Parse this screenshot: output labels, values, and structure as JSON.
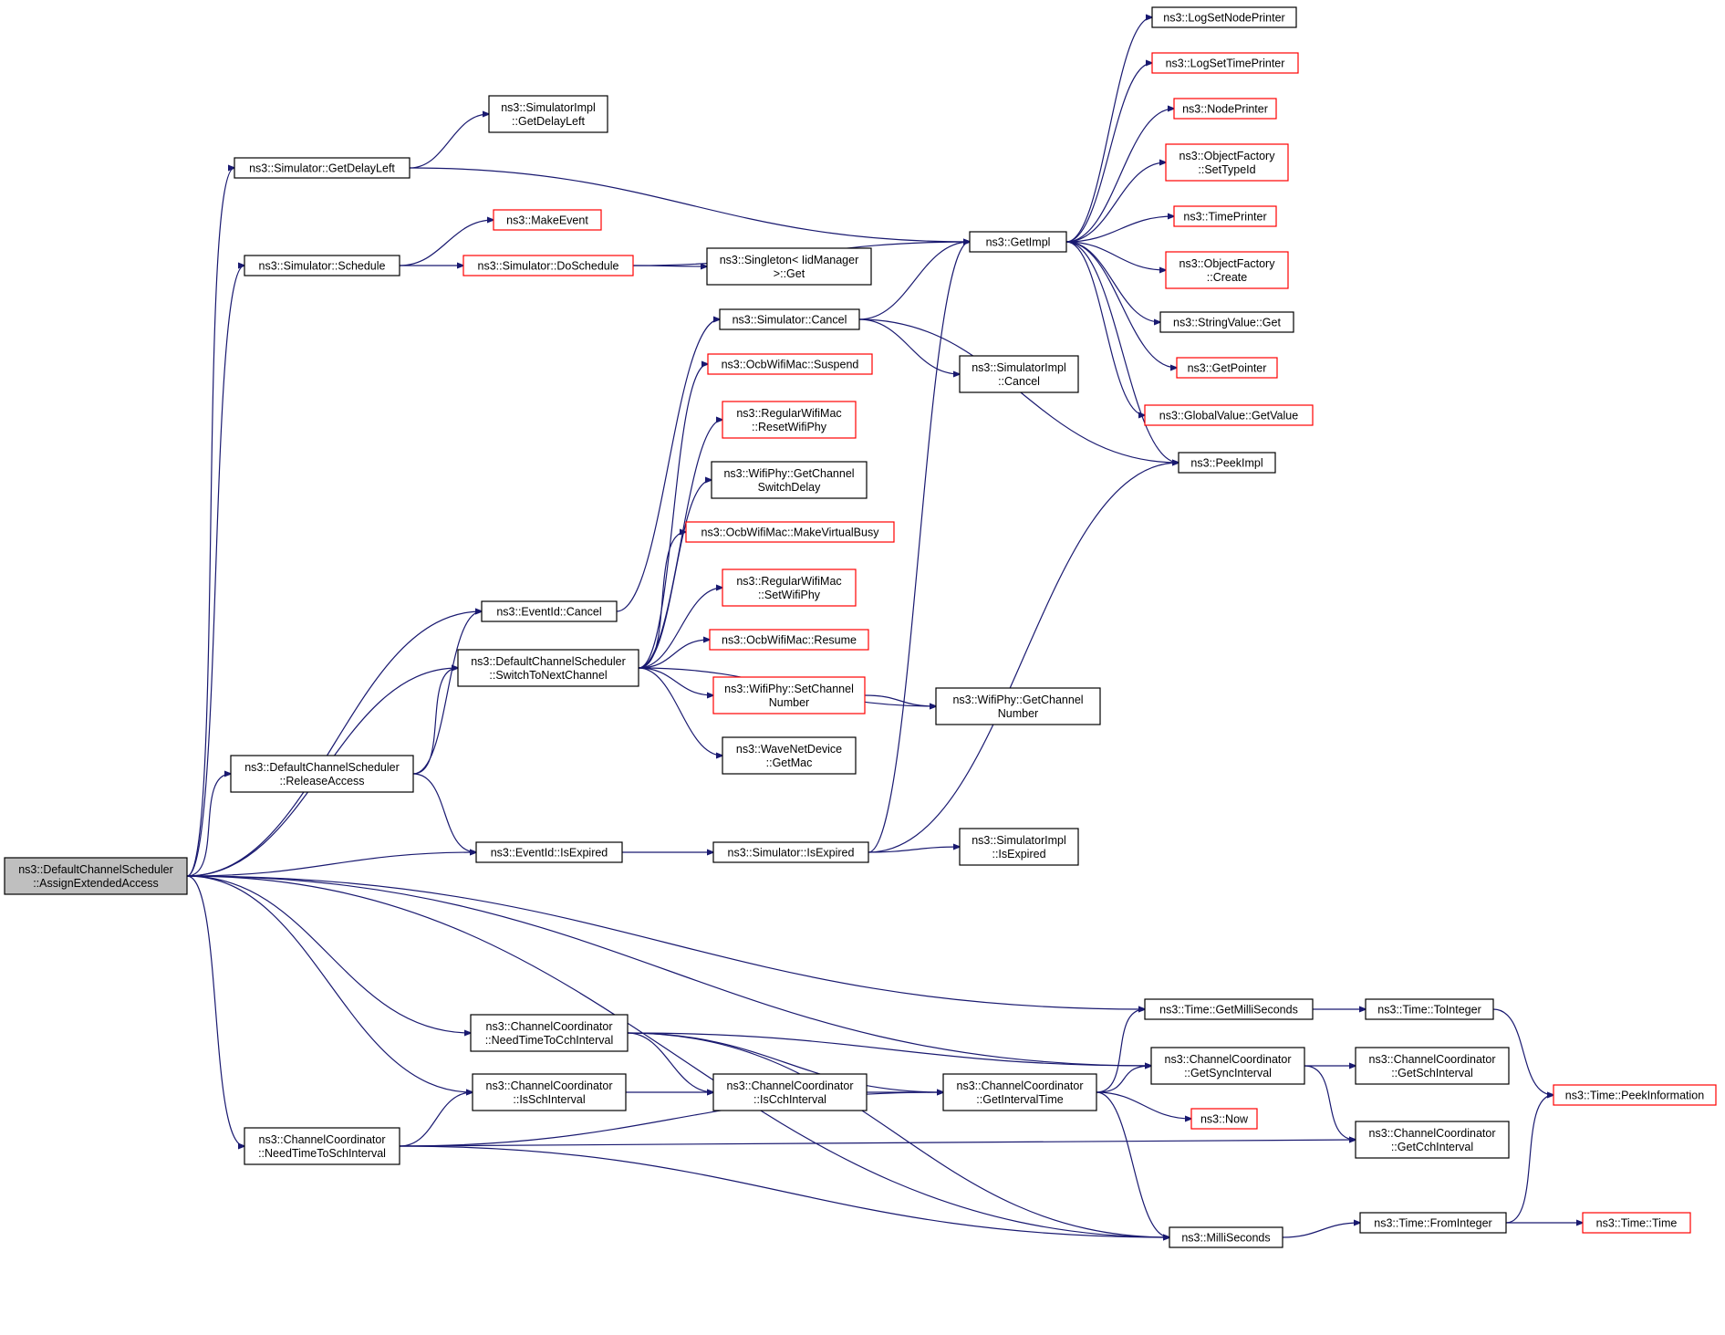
{
  "colors": {
    "edge": "#191970",
    "node_border": "#000000",
    "node_border_red": "#ff0000",
    "root_fill": "#bfbfbf"
  },
  "nodes": [
    {
      "id": "root",
      "lines": [
        "ns3::DefaultChannelScheduler",
        "::AssignExtendedAccess"
      ],
      "style": "root"
    },
    {
      "id": "simGetDelayLeft",
      "lines": [
        "ns3::Simulator::GetDelayLeft"
      ],
      "style": "black"
    },
    {
      "id": "simImplGetDelayLeft",
      "lines": [
        "ns3::SimulatorImpl",
        "::GetDelayLeft"
      ],
      "style": "black"
    },
    {
      "id": "makeEvent",
      "lines": [
        "ns3::MakeEvent"
      ],
      "style": "red"
    },
    {
      "id": "simSchedule",
      "lines": [
        "ns3::Simulator::Schedule"
      ],
      "style": "black"
    },
    {
      "id": "doSchedule",
      "lines": [
        "ns3::Simulator::DoSchedule"
      ],
      "style": "red"
    },
    {
      "id": "singletonGet",
      "lines": [
        "ns3::Singleton< IidManager",
        ">::Get"
      ],
      "style": "black"
    },
    {
      "id": "simCancel",
      "lines": [
        "ns3::Simulator::Cancel"
      ],
      "style": "black"
    },
    {
      "id": "simImplCancel",
      "lines": [
        "ns3::SimulatorImpl",
        "::Cancel"
      ],
      "style": "black"
    },
    {
      "id": "ocbSuspend",
      "lines": [
        "ns3::OcbWifiMac::Suspend"
      ],
      "style": "red"
    },
    {
      "id": "resetWifiPhy",
      "lines": [
        "ns3::RegularWifiMac",
        "::ResetWifiPhy"
      ],
      "style": "red"
    },
    {
      "id": "getSwitchDelay",
      "lines": [
        "ns3::WifiPhy::GetChannel",
        "SwitchDelay"
      ],
      "style": "black"
    },
    {
      "id": "makeVirtualBusy",
      "lines": [
        "ns3::OcbWifiMac::MakeVirtualBusy"
      ],
      "style": "red"
    },
    {
      "id": "setWifiPhy",
      "lines": [
        "ns3::RegularWifiMac",
        "::SetWifiPhy"
      ],
      "style": "red"
    },
    {
      "id": "ocbResume",
      "lines": [
        "ns3::OcbWifiMac::Resume"
      ],
      "style": "red"
    },
    {
      "id": "setChannelNumber",
      "lines": [
        "ns3::WifiPhy::SetChannel",
        "Number"
      ],
      "style": "red"
    },
    {
      "id": "getChannelNumber",
      "lines": [
        "ns3::WifiPhy::GetChannel",
        "Number"
      ],
      "style": "black"
    },
    {
      "id": "waveGetMac",
      "lines": [
        "ns3::WaveNetDevice",
        "::GetMac"
      ],
      "style": "black"
    },
    {
      "id": "eventCancel",
      "lines": [
        "ns3::EventId::Cancel"
      ],
      "style": "black"
    },
    {
      "id": "switchToNext",
      "lines": [
        "ns3::DefaultChannelScheduler",
        "::SwitchToNextChannel"
      ],
      "style": "black"
    },
    {
      "id": "releaseAccess",
      "lines": [
        "ns3::DefaultChannelScheduler",
        "::ReleaseAccess"
      ],
      "style": "black"
    },
    {
      "id": "eventIsExpired",
      "lines": [
        "ns3::EventId::IsExpired"
      ],
      "style": "black"
    },
    {
      "id": "simIsExpired",
      "lines": [
        "ns3::Simulator::IsExpired"
      ],
      "style": "black"
    },
    {
      "id": "simImplIsExpired",
      "lines": [
        "ns3::SimulatorImpl",
        "::IsExpired"
      ],
      "style": "black"
    },
    {
      "id": "getImpl",
      "lines": [
        "ns3::GetImpl"
      ],
      "style": "black"
    },
    {
      "id": "logSetNodePrinter",
      "lines": [
        "ns3::LogSetNodePrinter"
      ],
      "style": "black"
    },
    {
      "id": "logSetTimePrinter",
      "lines": [
        "ns3::LogSetTimePrinter"
      ],
      "style": "red"
    },
    {
      "id": "nodePrinter",
      "lines": [
        "ns3::NodePrinter"
      ],
      "style": "red"
    },
    {
      "id": "ofSetTypeId",
      "lines": [
        "ns3::ObjectFactory",
        "::SetTypeId"
      ],
      "style": "red"
    },
    {
      "id": "timePrinter",
      "lines": [
        "ns3::TimePrinter"
      ],
      "style": "red"
    },
    {
      "id": "ofCreate",
      "lines": [
        "ns3::ObjectFactory",
        "::Create"
      ],
      "style": "red"
    },
    {
      "id": "stringValueGet",
      "lines": [
        "ns3::StringValue::Get"
      ],
      "style": "black"
    },
    {
      "id": "getPointer",
      "lines": [
        "ns3::GetPointer"
      ],
      "style": "red"
    },
    {
      "id": "globalGetValue",
      "lines": [
        "ns3::GlobalValue::GetValue"
      ],
      "style": "red"
    },
    {
      "id": "peekImpl",
      "lines": [
        "ns3::PeekImpl"
      ],
      "style": "black"
    },
    {
      "id": "needTimeToCch",
      "lines": [
        "ns3::ChannelCoordinator",
        "::NeedTimeToCchInterval"
      ],
      "style": "black"
    },
    {
      "id": "isSch",
      "lines": [
        "ns3::ChannelCoordinator",
        "::IsSchInterval"
      ],
      "style": "black"
    },
    {
      "id": "needTimeToSch",
      "lines": [
        "ns3::ChannelCoordinator",
        "::NeedTimeToSchInterval"
      ],
      "style": "black"
    },
    {
      "id": "isCch",
      "lines": [
        "ns3::ChannelCoordinator",
        "::IsCchInterval"
      ],
      "style": "black"
    },
    {
      "id": "getIntervalTime",
      "lines": [
        "ns3::ChannelCoordinator",
        "::GetIntervalTime"
      ],
      "style": "black"
    },
    {
      "id": "getMilliSeconds",
      "lines": [
        "ns3::Time::GetMilliSeconds"
      ],
      "style": "black"
    },
    {
      "id": "getSyncInterval",
      "lines": [
        "ns3::ChannelCoordinator",
        "::GetSyncInterval"
      ],
      "style": "black"
    },
    {
      "id": "toInteger",
      "lines": [
        "ns3::Time::ToInteger"
      ],
      "style": "black"
    },
    {
      "id": "getSchInterval",
      "lines": [
        "ns3::ChannelCoordinator",
        "::GetSchInterval"
      ],
      "style": "black"
    },
    {
      "id": "getCchInterval",
      "lines": [
        "ns3::ChannelCoordinator",
        "::GetCchInterval"
      ],
      "style": "black"
    },
    {
      "id": "now",
      "lines": [
        "ns3::Now"
      ],
      "style": "red"
    },
    {
      "id": "peekInformation",
      "lines": [
        "ns3::Time::PeekInformation"
      ],
      "style": "red"
    },
    {
      "id": "milliSeconds",
      "lines": [
        "ns3::MilliSeconds"
      ],
      "style": "black"
    },
    {
      "id": "fromInteger",
      "lines": [
        "ns3::Time::FromInteger"
      ],
      "style": "black"
    },
    {
      "id": "timeTime",
      "lines": [
        "ns3::Time::Time"
      ],
      "style": "red"
    }
  ],
  "edges": [
    [
      "root",
      "simGetDelayLeft"
    ],
    [
      "root",
      "simSchedule"
    ],
    [
      "root",
      "eventCancel"
    ],
    [
      "root",
      "switchToNext"
    ],
    [
      "root",
      "releaseAccess"
    ],
    [
      "root",
      "eventIsExpired"
    ],
    [
      "root",
      "getMilliSeconds"
    ],
    [
      "root",
      "getSyncInterval"
    ],
    [
      "root",
      "needTimeToCch"
    ],
    [
      "root",
      "isSch"
    ],
    [
      "root",
      "needTimeToSch"
    ],
    [
      "root",
      "milliSeconds"
    ],
    [
      "simGetDelayLeft",
      "simImplGetDelayLeft"
    ],
    [
      "simGetDelayLeft",
      "getImpl"
    ],
    [
      "simSchedule",
      "makeEvent"
    ],
    [
      "simSchedule",
      "doSchedule"
    ],
    [
      "doSchedule",
      "getImpl"
    ],
    [
      "doSchedule",
      "singletonGet"
    ],
    [
      "simCancel",
      "getImpl"
    ],
    [
      "simCancel",
      "simImplCancel"
    ],
    [
      "simCancel",
      "peekImpl"
    ],
    [
      "eventCancel",
      "simCancel"
    ],
    [
      "switchToNext",
      "ocbSuspend"
    ],
    [
      "switchToNext",
      "resetWifiPhy"
    ],
    [
      "switchToNext",
      "getSwitchDelay"
    ],
    [
      "switchToNext",
      "makeVirtualBusy"
    ],
    [
      "switchToNext",
      "setWifiPhy"
    ],
    [
      "switchToNext",
      "ocbResume"
    ],
    [
      "switchToNext",
      "setChannelNumber"
    ],
    [
      "switchToNext",
      "waveGetMac"
    ],
    [
      "switchToNext",
      "getChannelNumber"
    ],
    [
      "setChannelNumber",
      "getChannelNumber"
    ],
    [
      "releaseAccess",
      "eventCancel"
    ],
    [
      "releaseAccess",
      "switchToNext"
    ],
    [
      "releaseAccess",
      "eventIsExpired"
    ],
    [
      "eventIsExpired",
      "simIsExpired"
    ],
    [
      "simIsExpired",
      "getImpl"
    ],
    [
      "simIsExpired",
      "simImplIsExpired"
    ],
    [
      "simIsExpired",
      "peekImpl"
    ],
    [
      "getImpl",
      "logSetNodePrinter"
    ],
    [
      "getImpl",
      "logSetTimePrinter"
    ],
    [
      "getImpl",
      "nodePrinter"
    ],
    [
      "getImpl",
      "ofSetTypeId"
    ],
    [
      "getImpl",
      "timePrinter"
    ],
    [
      "getImpl",
      "ofCreate"
    ],
    [
      "getImpl",
      "stringValueGet"
    ],
    [
      "getImpl",
      "getPointer"
    ],
    [
      "getImpl",
      "globalGetValue"
    ],
    [
      "getImpl",
      "peekImpl"
    ],
    [
      "needTimeToCch",
      "getSyncInterval"
    ],
    [
      "needTimeToCch",
      "isCch"
    ],
    [
      "needTimeToCch",
      "getIntervalTime"
    ],
    [
      "needTimeToCch",
      "milliSeconds"
    ],
    [
      "isSch",
      "isCch"
    ],
    [
      "needTimeToSch",
      "isSch"
    ],
    [
      "needTimeToSch",
      "getIntervalTime"
    ],
    [
      "needTimeToSch",
      "getCchInterval"
    ],
    [
      "needTimeToSch",
      "milliSeconds"
    ],
    [
      "isCch",
      "getIntervalTime"
    ],
    [
      "getIntervalTime",
      "getMilliSeconds"
    ],
    [
      "getIntervalTime",
      "getSyncInterval"
    ],
    [
      "getIntervalTime",
      "now"
    ],
    [
      "getIntervalTime",
      "milliSeconds"
    ],
    [
      "getMilliSeconds",
      "toInteger"
    ],
    [
      "getSyncInterval",
      "getSchInterval"
    ],
    [
      "getSyncInterval",
      "getCchInterval"
    ],
    [
      "toInteger",
      "peekInformation"
    ],
    [
      "milliSeconds",
      "fromInteger"
    ],
    [
      "fromInteger",
      "peekInformation"
    ],
    [
      "fromInteger",
      "timeTime"
    ]
  ]
}
